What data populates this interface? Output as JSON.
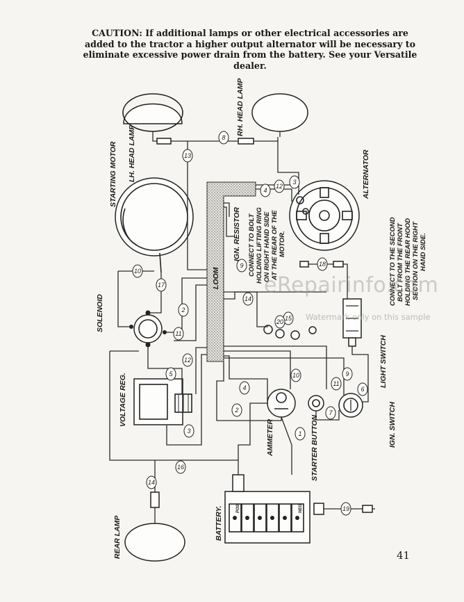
{
  "caution": {
    "lead": "CAUTION:",
    "text": "If additional lamps or other electrical accessories are added to the tractor a higher output alternator will be necessary to eliminate excessive power drain from the battery. See your Versatile dealer."
  },
  "labels": {
    "rh_head_lamp": "RH. HEAD LAMP",
    "lh_head_lamp": "LH. HEAD LAMP",
    "starting_motor": "STARTING MOTOR",
    "alternator": "ALTERNATOR",
    "ign_resistor": "IGN. RESISTOR",
    "connect_motor_1": "CONNECT TO BOLT",
    "connect_motor_2": "HOLDING LIFTING RING",
    "connect_motor_3": "ON RIGHT HAND SIDE",
    "connect_motor_4": "AT THE REAR OF THE",
    "connect_motor_5": "MOTOR.",
    "connect_hood_1": "CONNECT TO THE SECOND",
    "connect_hood_2": "BOLT FROM THE FRONT",
    "connect_hood_3": "HOLDING THE REAR HOOD",
    "connect_hood_4": "SECTION ON THE RIGHT",
    "connect_hood_5": "HAND SIDE.",
    "solenoid": "SOLENOID",
    "loom": "LOOM",
    "voltage_reg": "VOLTAGE REG.",
    "light_switch": "LIGHT SWITCH",
    "ign_switch": "IGN. SWITCH",
    "ammeter": "AMMETER",
    "starter_button": "STARTER BUTTON",
    "battery": "BATTERY.",
    "rear_lamp": "REAR LAMP",
    "battery_pos": "POS",
    "battery_neg": "NEG"
  },
  "wire_numbers": [
    "1",
    "2",
    "3",
    "4",
    "5",
    "6",
    "7",
    "8",
    "9",
    "10",
    "11",
    "12",
    "13",
    "14",
    "15",
    "16",
    "17",
    "18",
    "19",
    "20"
  ],
  "watermark": {
    "main": "eRepairinfo.com",
    "sub": "Watermark only on this sample"
  },
  "page_number": "41"
}
